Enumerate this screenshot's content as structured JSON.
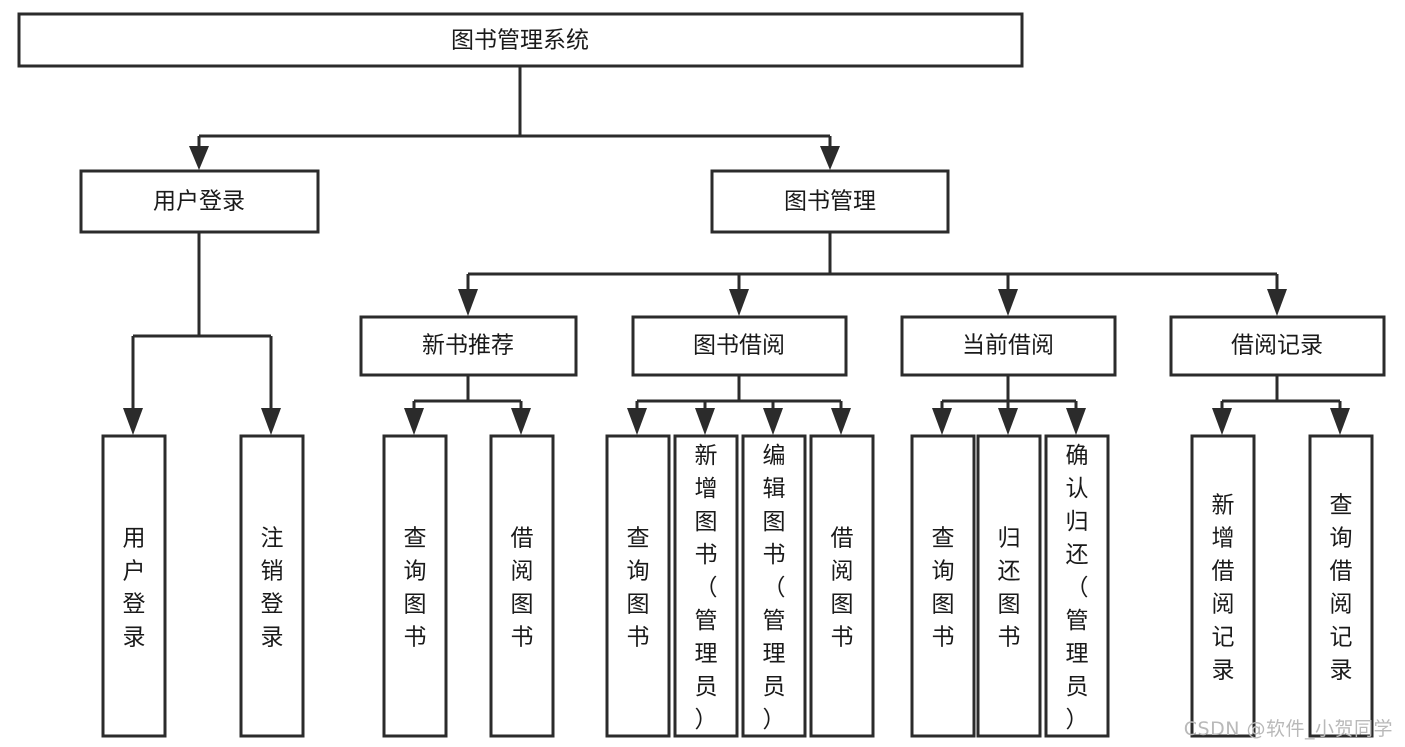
{
  "diagram": {
    "title": "图书管理系统",
    "type": "hierarchy-tree",
    "watermark": "CSDN @软件_小贺同学",
    "colors": {
      "stroke": "#2b2b2b",
      "fill": "#ffffff",
      "text": "#1a1a1a",
      "watermark": "#b9b9b9",
      "background": "#ffffff"
    },
    "nodes": {
      "root": {
        "label": "图书管理系统"
      },
      "level2": [
        {
          "id": "user-login",
          "label": "用户登录"
        },
        {
          "id": "book-manage",
          "label": "图书管理"
        }
      ],
      "level3": [
        {
          "id": "new-book-recommend",
          "label": "新书推荐"
        },
        {
          "id": "book-borrow",
          "label": "图书借阅"
        },
        {
          "id": "current-borrow",
          "label": "当前借阅"
        },
        {
          "id": "borrow-record",
          "label": "借阅记录"
        }
      ],
      "leaves": {
        "user_login": [
          {
            "id": "leaf-user-login",
            "label": "用户登录"
          },
          {
            "id": "leaf-user-logout",
            "label": "注销登录"
          }
        ],
        "new_book_recommend": [
          {
            "id": "leaf-query-book-1",
            "label": "查询图书"
          },
          {
            "id": "leaf-borrow-book-1",
            "label": "借阅图书"
          }
        ],
        "book_borrow": [
          {
            "id": "leaf-query-book-2",
            "label": "查询图书"
          },
          {
            "id": "leaf-add-book",
            "label": "新增图书（管理员）"
          },
          {
            "id": "leaf-edit-book",
            "label": "编辑图书（管理员）"
          },
          {
            "id": "leaf-borrow-book-2",
            "label": "借阅图书"
          }
        ],
        "current_borrow": [
          {
            "id": "leaf-query-book-3",
            "label": "查询图书"
          },
          {
            "id": "leaf-return-book",
            "label": "归还图书"
          },
          {
            "id": "leaf-confirm-return",
            "label": "确认归还（管理员）"
          }
        ],
        "borrow_record": [
          {
            "id": "leaf-add-record",
            "label": "新增借阅记录"
          },
          {
            "id": "leaf-query-record",
            "label": "查询借阅记录"
          }
        ]
      }
    }
  }
}
